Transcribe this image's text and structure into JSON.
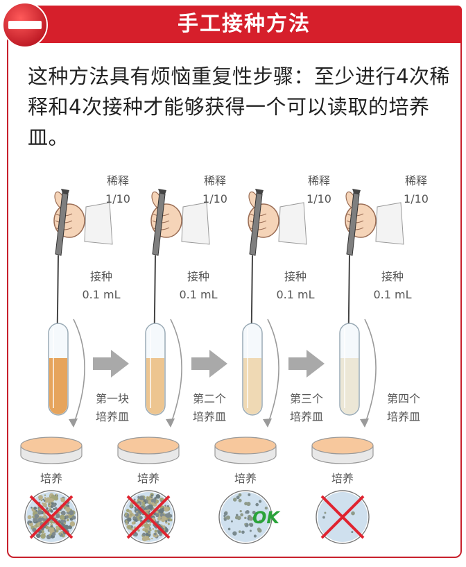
{
  "header": {
    "title": "手工接种方法",
    "icon": "minus-icon"
  },
  "intro": "这种方法具有烦恼重复性步骤：至少进行4次稀释和4次接种才能够获得一个可以读取的培养皿。",
  "steps": [
    {
      "dilution_label": "稀释",
      "dilution_value": "1/10",
      "inoc_label": "接种",
      "inoc_value": "0.1 mL",
      "plate_line1": "第一块",
      "plate_line2": "培养皿",
      "culture": "培养",
      "result": "fail"
    },
    {
      "dilution_label": "稀释",
      "dilution_value": "1/10",
      "inoc_label": "接种",
      "inoc_value": "0.1 mL",
      "plate_line1": "第二个",
      "plate_line2": "培养皿",
      "culture": "培养",
      "result": "fail"
    },
    {
      "dilution_label": "稀释",
      "dilution_value": "1/10",
      "inoc_label": "接种",
      "inoc_value": "0.1 mL",
      "plate_line1": "第三个",
      "plate_line2": "培养皿",
      "culture": "培养",
      "result": "ok"
    },
    {
      "dilution_label": "稀释",
      "dilution_value": "1/10",
      "inoc_label": "接种",
      "inoc_value": "0.1 mL",
      "plate_line1": "第四个",
      "plate_line2": "培养皿",
      "culture": "培养",
      "result": "fail"
    }
  ],
  "ok_label": "OK",
  "colors": {
    "accent": "#d61f2b",
    "cross": "#e0232f",
    "ok": "#2aa33a",
    "liquid": [
      "#e6a45c",
      "#edc590",
      "#efd9b4",
      "#ece7d6"
    ]
  }
}
